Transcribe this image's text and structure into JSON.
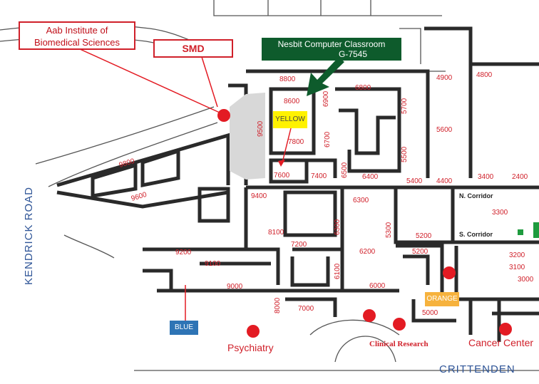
{
  "labels": {
    "aab_line1": "Aab Institute of",
    "aab_line2": "Biomedical Sciences",
    "smd": "SMD",
    "nesbit_line1": "Nesbit Computer Classroom",
    "nesbit_line2": "G-7545",
    "yellow": "YELLOW",
    "orange": "ORANGE",
    "blue": "BLUE",
    "psychiatry": "Psychiatry",
    "clinical_research": "Clinical Research",
    "cancer_center": "Cancer Center"
  },
  "roads": {
    "kendrick": "KENDRICK ROAD",
    "crittenden": "CRITTENDEN"
  },
  "corridors": {
    "north": "N. Corridor",
    "south": "S. Corridor"
  },
  "rooms": {
    "r8800": "8800",
    "r6800": "6800",
    "r8600": "8600",
    "r6900": "6900",
    "r5700": "5700",
    "r4900": "4900",
    "r4800": "4800",
    "r5600": "5600",
    "r9500": "9500",
    "r7800": "7800",
    "r6700": "6700",
    "r5500": "5500",
    "r9800": "9800",
    "r9600": "9600",
    "r7600": "7600",
    "r7400": "7400",
    "r6500": "6500",
    "r6400": "6400",
    "r5400": "5400",
    "r4400": "4400",
    "r3400": "3400",
    "r2400": "2400",
    "r9400": "9400",
    "r6300": "6300",
    "r3300": "3300",
    "r8100": "8100",
    "r6300b": "6300",
    "r5300": "5300",
    "r5200": "5200",
    "r7200": "7200",
    "r6200": "6200",
    "r5200b": "5200",
    "r3200": "3200",
    "r9200": "9200",
    "r9100": "9100",
    "r6100": "6100",
    "r3100": "3100",
    "r9000": "9000",
    "r6000": "6000",
    "r3000": "3000",
    "r8000": "8000",
    "r7000": "7000",
    "r5000": "5000"
  },
  "colors": {
    "marker": "#e31b23",
    "label_red": "#d0202a",
    "nesbit_bg": "#0e5b2c",
    "yellow_bg": "#fff200",
    "orange_bg": "#f6b23d",
    "blue_bg": "#2e74b5",
    "road_text": "#2f5597"
  }
}
